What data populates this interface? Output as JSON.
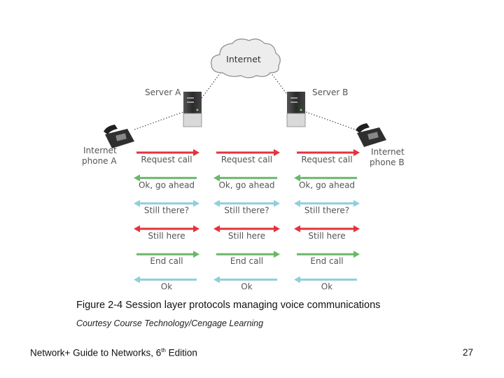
{
  "diagram": {
    "cloud_label": "Internet",
    "server_a": "Server A",
    "server_b": "Server B",
    "phone_a": [
      "Internet",
      "phone A"
    ],
    "phone_b": [
      "Internet",
      "phone B"
    ],
    "messages": [
      {
        "label": "Request call",
        "color": "#e2343c",
        "direction": "right"
      },
      {
        "label": "Ok, go ahead",
        "color": "#6db66a",
        "direction": "left"
      },
      {
        "label": "Still there?",
        "color": "#8fcfdc",
        "direction": "both"
      },
      {
        "label": "Still here",
        "color": "#e2343c",
        "direction": "both"
      },
      {
        "label": "End call",
        "color": "#6db66a",
        "direction": "right"
      },
      {
        "label": "Ok",
        "color": "#8fcfdc",
        "direction": "left"
      }
    ]
  },
  "caption": "Figure 2-4 Session layer protocols managing voice communications",
  "credit": "Courtesy Course Technology/Cengage Learning",
  "footer": {
    "title_prefix": "Network+ Guide to Networks, 6",
    "title_sup": "th",
    "title_suffix": " Edition",
    "page_number": "27"
  }
}
